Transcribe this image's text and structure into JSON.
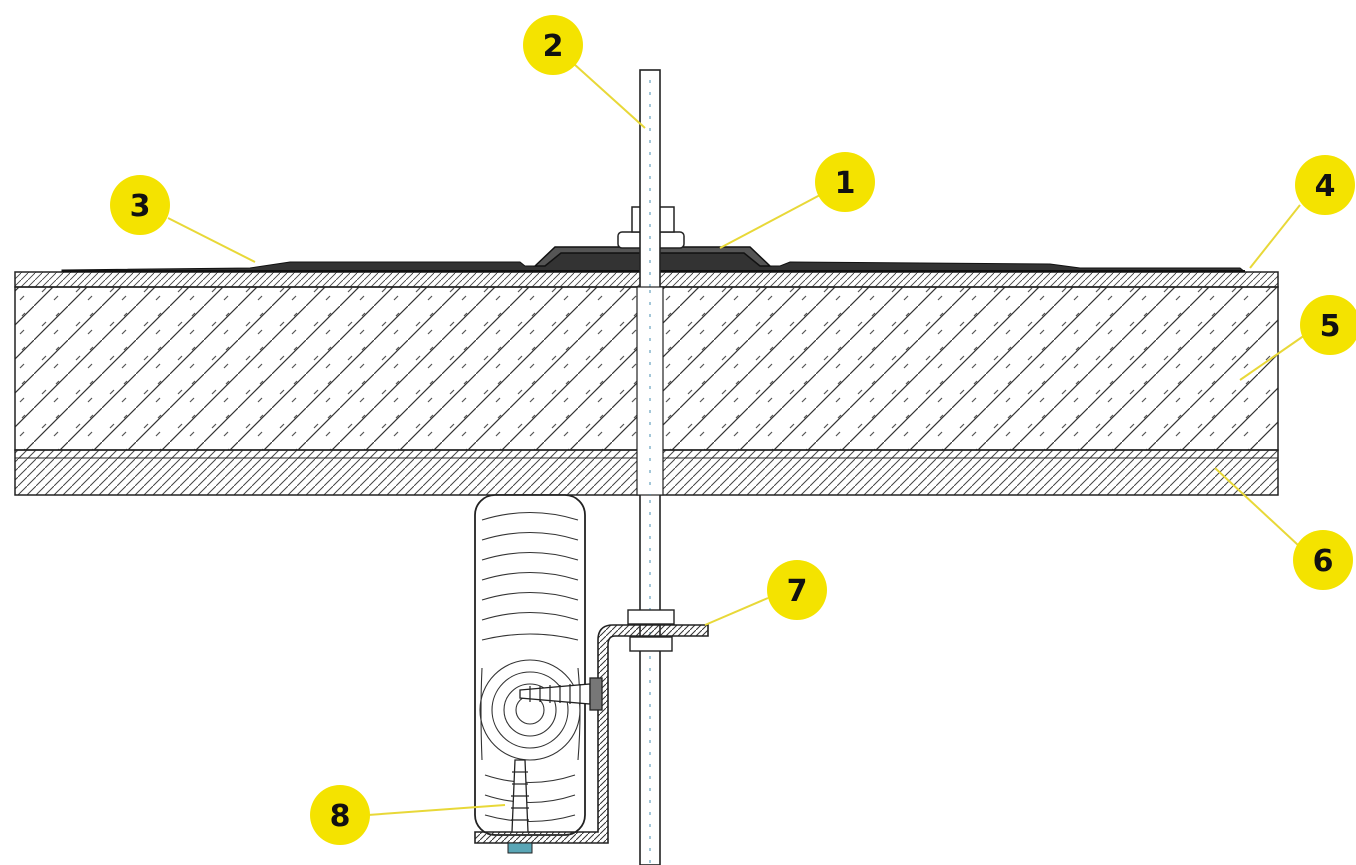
{
  "diagram": {
    "callouts": [
      {
        "id": "1",
        "label": "1"
      },
      {
        "id": "2",
        "label": "2"
      },
      {
        "id": "3",
        "label": "3"
      },
      {
        "id": "4",
        "label": "4"
      },
      {
        "id": "5",
        "label": "5"
      },
      {
        "id": "6",
        "label": "6"
      },
      {
        "id": "7",
        "label": "7"
      },
      {
        "id": "8",
        "label": "8"
      }
    ],
    "colors": {
      "callout_fill": "#f4e300",
      "leader_line": "#e8d838",
      "ink": "#222222",
      "background": "#ffffff"
    }
  }
}
